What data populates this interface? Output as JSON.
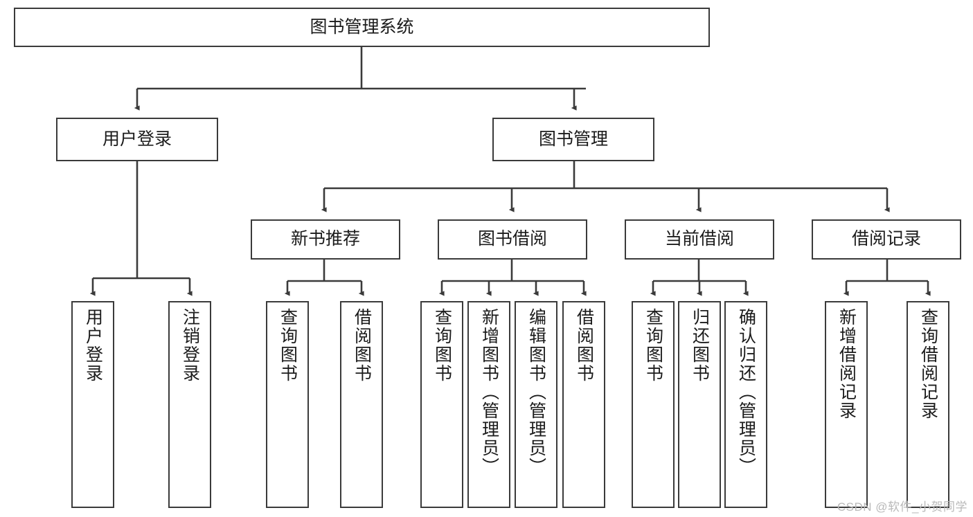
{
  "diagram": {
    "title": "图书管理系统",
    "type": "tree-hierarchy-chart",
    "watermark": "CSDN @软件_小贺同学",
    "colors": {
      "node_border": "#3a3a3a",
      "node_fill": "#ffffff",
      "edge": "#3a3a3a",
      "text": "#1b1b1b",
      "watermark": "#b9b9b9",
      "background": "#ffffff"
    },
    "root": {
      "label": "图书管理系统"
    },
    "level2": [
      {
        "label": "用户登录"
      },
      {
        "label": "图书管理"
      }
    ],
    "level3": [
      {
        "label": "新书推荐"
      },
      {
        "label": "图书借阅"
      },
      {
        "label": "当前借阅"
      },
      {
        "label": "借阅记录"
      }
    ],
    "leaves": {
      "user_login": [
        {
          "label": "用户登录"
        },
        {
          "label": "注销登录"
        }
      ],
      "new_book_recommend": [
        {
          "label": "查询图书"
        },
        {
          "label": "借阅图书"
        }
      ],
      "book_borrow": [
        {
          "label": "查询图书"
        },
        {
          "label": "新增图书（管理员）"
        },
        {
          "label": "编辑图书（管理员）"
        },
        {
          "label": "借阅图书"
        }
      ],
      "current_borrow": [
        {
          "label": "查询图书"
        },
        {
          "label": "归还图书"
        },
        {
          "label": "确认归还（管理员）"
        }
      ],
      "borrow_record": [
        {
          "label": "新增借阅记录"
        },
        {
          "label": "查询借阅记录"
        }
      ]
    }
  }
}
